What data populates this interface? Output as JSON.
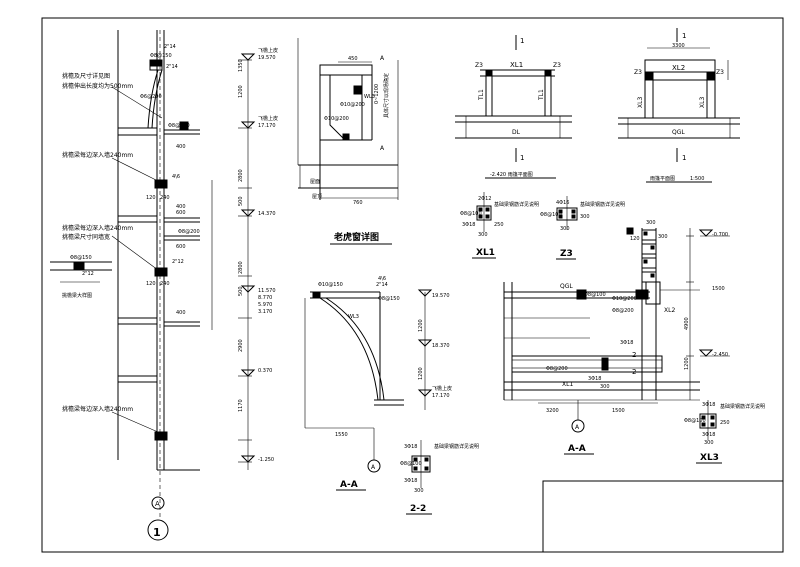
{
  "left_section": {
    "notes": {
      "note1": "挑檐及尺寸详见图",
      "note2": "挑檐伸出长度均为500mm",
      "note3": "挑檐梁每边深入墙240mm",
      "note4": "挑檐梁每边深入墙240mm",
      "note5": "挑檐梁尺寸同墙宽",
      "note6": "挑檐梁每边深入墙240mm",
      "small_detail": "挑檐梁大样图"
    },
    "rebar": {
      "r1": "2\"14",
      "r2": "2\"14",
      "r3": "2\"12",
      "r4": "2\"12",
      "r5": "4\\6",
      "stirrup1": "Φ8@150",
      "stirrup2": "Φ8@150",
      "stirrup3": "Φ8@200",
      "stirrup4": "Φ6@200",
      "stirrup5": "Φ8@150"
    },
    "dims": {
      "d1": "1350",
      "d2": "1200",
      "d3": "2800",
      "d4": "500",
      "d5": "2800",
      "d6": "500",
      "d7": "2900",
      "d8": "1170",
      "d9": "400",
      "d10": "400",
      "d11": "400",
      "d12": "600",
      "d13": "120",
      "d14": "240",
      "d15": "600",
      "d16": "120",
      "d17": "240"
    },
    "elevations": {
      "e1_label": "飞檐上皮",
      "e1": "19.570",
      "e2_label": "飞檐上皮",
      "e2": "17.170",
      "e3": "14.370",
      "e4": "11.570",
      "e5": "8.770",
      "e6": "5.970",
      "e7": "3.170",
      "e8": "0.370",
      "e9": "-1.250"
    },
    "axis_label": "A",
    "detail_number": "1"
  },
  "dormer": {
    "title": "老虎窗详图",
    "labels": {
      "top_dim": "450",
      "bottom_dim": "760",
      "wl": "WL3",
      "side_note": "具体尺寸以现场确定",
      "rebar_a": "Φ10@200",
      "rebar_b": "Φ10@200",
      "mark_a": "A",
      "mark_b": "A",
      "floor": "屋面",
      "left_side": "屋顶",
      "dim_v": "0~1200"
    }
  },
  "section_aa_left": {
    "title": "A-A",
    "labels": {
      "r1": "Φ10@150",
      "r2": "2\"14",
      "r3": "4\\6",
      "r4": "Φ8@150",
      "wl": "WL3",
      "e1": "19.570",
      "e2": "18.370",
      "e3_label": "飞檐上皮",
      "e3": "17.170",
      "d1": "1200",
      "d2": "1200",
      "bottom_dim": "1550",
      "axis": "A"
    }
  },
  "section22": {
    "title": "2-2",
    "labels": {
      "a": "3Φ18",
      "b": "Φ8@100",
      "c": "基础梁钢筋详见说明",
      "d": "3Φ18",
      "e": "300"
    }
  },
  "frame1": {
    "labels": {
      "top_mark": "1",
      "bottom_mark": "1",
      "beam": "XL1",
      "col_l": "Z3",
      "col_r": "Z3",
      "tl_l": "TL1",
      "tl_r": "TL1",
      "dl": "DL",
      "caption": "-2.420 雨篷平面图"
    }
  },
  "frame2": {
    "labels": {
      "top_mark": "1",
      "bottom_mark": "1",
      "beam": "XL2",
      "col_l": "Z3",
      "col_r": "Z3",
      "xl_l": "XL3",
      "xl_r": "XL3",
      "qgl": "QGL",
      "top_dim": "3300",
      "caption": "雨篷平面图",
      "caption_dim": "1:500"
    }
  },
  "xl1_detail": {
    "title": "XL1",
    "labels": {
      "a": "2Φ12",
      "b": "Φ8@100",
      "c": "3Φ18",
      "d": "基础梁钢筋详见说明",
      "e": "300",
      "f": "250"
    }
  },
  "z3_detail": {
    "title": "Z3",
    "labels": {
      "a": "Φ8@100",
      "b": "4Φ16",
      "c": "基础梁钢筋详见说明",
      "d": "300",
      "e": "300"
    }
  },
  "section_aa_right": {
    "title": "A-A",
    "labels": {
      "qgl": "QGL",
      "xl1": "XL1",
      "xl2": "XL2",
      "r1": "Φ8@100",
      "r2": "Φ8@200",
      "r3": "Φ10@200",
      "r4": "3Φ18",
      "r5": "3Φ18",
      "r6": "Φ8@200",
      "e1": "-0.700",
      "e2": "-2.450",
      "d1": "1500",
      "d2": "4900",
      "d3": "1200",
      "d4": "1500",
      "d5": "3200",
      "mark2a": "2",
      "mark2b": "2",
      "axis": "A",
      "d6": "300",
      "d7": "300",
      "d8": "120",
      "d9": "300"
    }
  },
  "xl3_detail": {
    "title": "XL3",
    "labels": {
      "a": "3Φ18",
      "b": "Φ8@100",
      "c": "基础梁钢筋详见说明",
      "d": "3Φ18",
      "e": "300",
      "f": "250"
    }
  },
  "colors": {
    "ink": "#000000",
    "paper": "#ffffff"
  }
}
